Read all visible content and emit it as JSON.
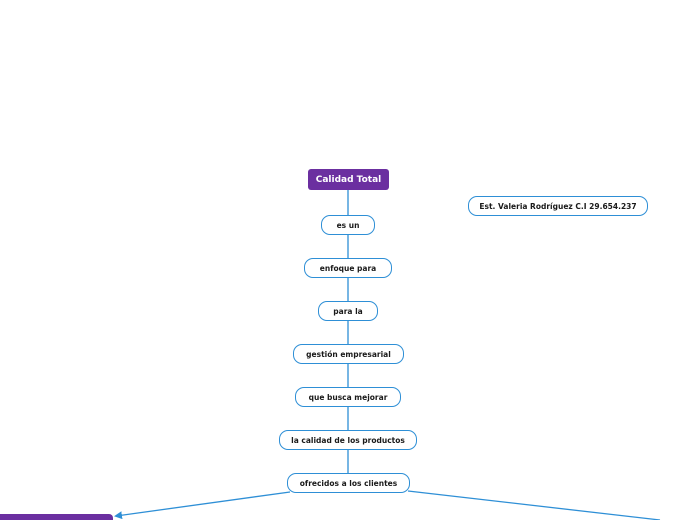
{
  "diagram": {
    "root": {
      "label": "Calidad Total"
    },
    "chain": [
      "es un",
      "enfoque para",
      "para la",
      "gestión empresarial",
      "que busca mejorar",
      "la calidad de los productos",
      "ofrecidos a los clientes"
    ],
    "side_note": "Est. Valeria Rodríguez C.I 29.654.237"
  },
  "colors": {
    "root_fill": "#6b2fa0",
    "node_border": "#2e8fd6",
    "connector": "#2e8fd6",
    "text": "#1a1a1a"
  }
}
